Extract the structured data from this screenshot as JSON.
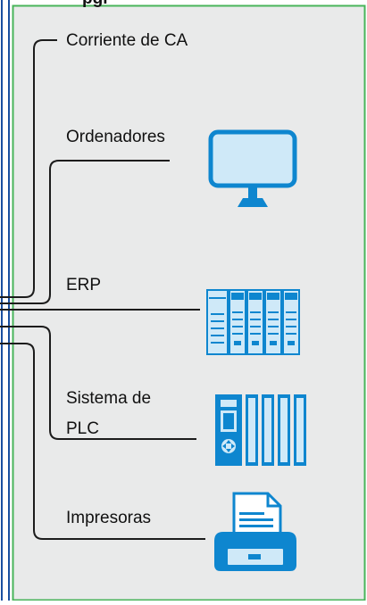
{
  "header": {
    "title_fragment": "pgr"
  },
  "connections": [
    {
      "id": "ac",
      "label": "Corriente de CA",
      "icon": "power-line-icon"
    },
    {
      "id": "pcs",
      "label": "Ordenadores",
      "icon": "monitor-icon"
    },
    {
      "id": "erp",
      "label": "ERP",
      "icon": "server-rack-icon"
    },
    {
      "id": "plc",
      "label_line1": "Sistema de",
      "label_line2": "PLC",
      "icon": "plc-module-icon"
    },
    {
      "id": "printers",
      "label": "Impresoras",
      "icon": "printer-icon"
    }
  ],
  "colors": {
    "panel_fill": "#e9eaea",
    "panel_border": "#48b45a",
    "left_border_blue": "#1a4fa0",
    "line": "#1c1c1c",
    "icon_blue": "#0e86cf",
    "icon_light": "#cfe9f8"
  }
}
